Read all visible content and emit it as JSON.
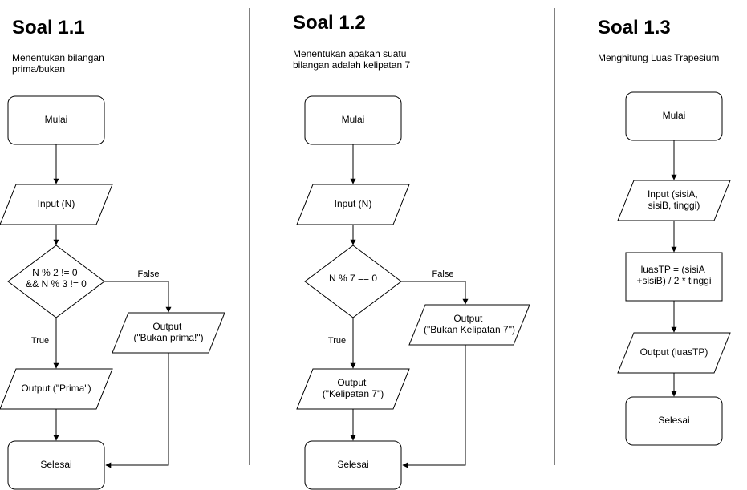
{
  "sections": [
    {
      "title": "Soal 1.1",
      "desc": [
        "Menentukan bilangan",
        "prima/bukan"
      ],
      "nodes": {
        "start": [
          "Mulai"
        ],
        "input": [
          "Input (N)"
        ],
        "decision": [
          "N % 2 != 0",
          "&& N % 3 != 0"
        ],
        "out_true": [
          "Output (\"Prima\")"
        ],
        "out_false": [
          "Output",
          "(\"Bukan prima!\")"
        ],
        "end": [
          "Selesai"
        ]
      },
      "edges": {
        "true": "True",
        "false": "False"
      }
    },
    {
      "title": "Soal 1.2",
      "desc": [
        "Menentukan apakah suatu",
        "bilangan adalah kelipatan 7"
      ],
      "nodes": {
        "start": [
          "Mulai"
        ],
        "input": [
          "Input (N)"
        ],
        "decision": [
          "N % 7 == 0"
        ],
        "out_true": [
          "Output",
          "(\"Kelipatan 7\")"
        ],
        "out_false": [
          "Output",
          "(\"Bukan Kelipatan 7\")"
        ],
        "end": [
          "Selesai"
        ]
      },
      "edges": {
        "true": "True",
        "false": "False"
      }
    },
    {
      "title": "Soal 1.3",
      "desc": [
        "Menghitung Luas Trapesium"
      ],
      "nodes": {
        "start": [
          "Mulai"
        ],
        "input": [
          "Input (sisiA,",
          "sisiB, tinggi)"
        ],
        "process": [
          "luasTP = (sisiA",
          "+sisiB) / 2 * tinggi"
        ],
        "output": [
          "Output (luasTP)"
        ],
        "end": [
          "Selesai"
        ]
      }
    }
  ]
}
